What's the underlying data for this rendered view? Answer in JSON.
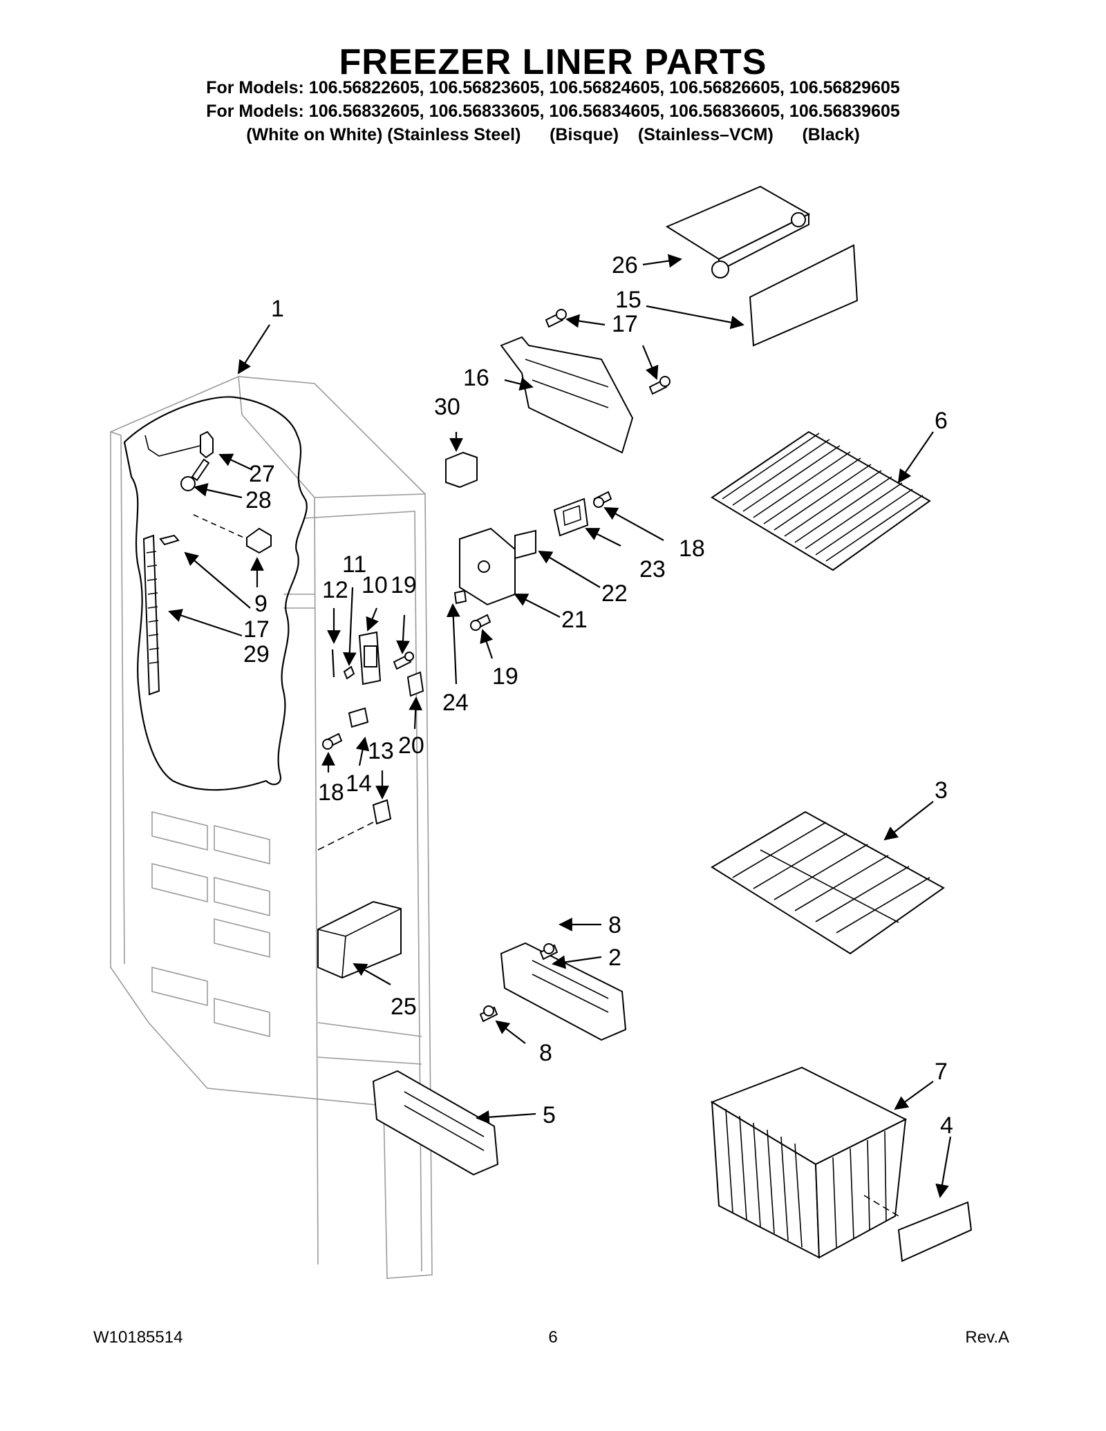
{
  "header": {
    "title": "FREEZER LINER PARTS",
    "models_line_1": "For Models: 106.56822605, 106.56823605, 106.56824605, 106.56826605, 106.56829605",
    "models_line_2": "For Models: 106.56832605, 106.56833605, 106.56834605, 106.56836605, 106.56839605",
    "colors_line": "(White on White) (Stainless Steel)      (Bisque)    (Stainless–VCM)      (Black)"
  },
  "callouts": {
    "c1": "1",
    "c2": "2",
    "c3": "3",
    "c4": "4",
    "c5": "5",
    "c6": "6",
    "c7": "7",
    "c8a": "8",
    "c8b": "8",
    "c9": "9",
    "c10": "10",
    "c11": "11",
    "c12": "12",
    "c13": "13",
    "c14": "14",
    "c15": "15",
    "c16": "16",
    "c17a": "17",
    "c17b": "17",
    "c18a": "18",
    "c18b": "18",
    "c19a": "19",
    "c19b": "19",
    "c20": "20",
    "c21": "21",
    "c22": "22",
    "c23": "23",
    "c24": "24",
    "c25": "25",
    "c26": "26",
    "c27": "27",
    "c28": "28",
    "c29": "29",
    "c30": "30"
  },
  "footer": {
    "doc_number": "W10185514",
    "page_number": "6",
    "revision": "Rev.A"
  }
}
